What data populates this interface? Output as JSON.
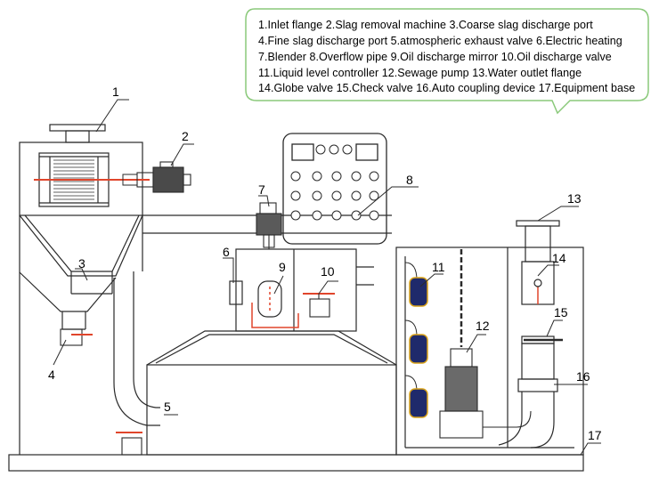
{
  "legend": {
    "lines": [
      "1.Inlet flange  2.Slag removal machine  3.Coarse slag discharge port",
      "4.Fine slag discharge port  5.atmospheric exhaust valve  6.Electric heating",
      "7.Blender  8.Overflow pipe  9.Oil discharge mirror  10.Oil discharge valve",
      "11.Liquid level controller  12.Sewage pump  13.Water outlet flange",
      "14.Globe valve  15.Check valve  16.Auto coupling device  17.Equipment base"
    ]
  },
  "callouts": [
    "1",
    "2",
    "3",
    "4",
    "5",
    "6",
    "7",
    "8",
    "9",
    "10",
    "11",
    "12",
    "13",
    "14",
    "15",
    "16",
    "17"
  ],
  "colors": {
    "line": "#2a2a2a",
    "legend_border": "#8ac97a",
    "heater_red": "#e0452b",
    "controller_blue": "#1f2a6b",
    "controller_yellow": "#d9a21a"
  }
}
